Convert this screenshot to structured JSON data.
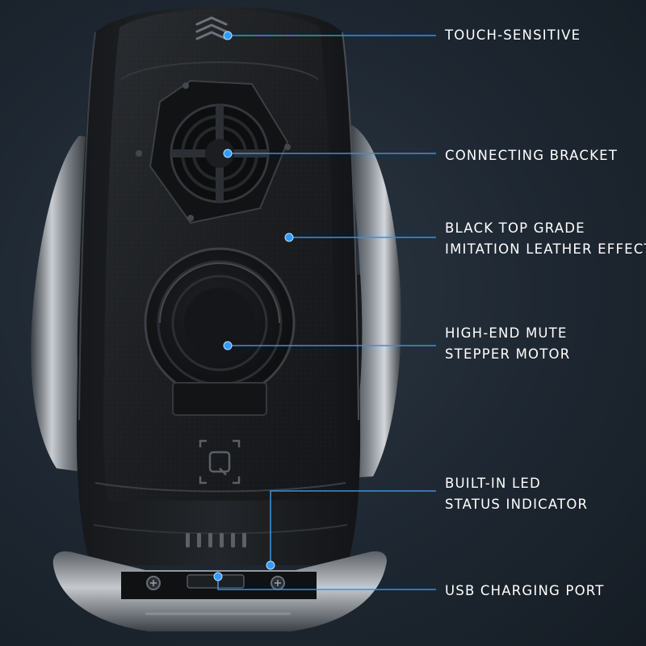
{
  "callouts": {
    "touch_sensitive": [
      "TOUCH-SENSITIVE"
    ],
    "connecting_bracket": [
      "CONNECTING BRACKET"
    ],
    "leather": [
      "BLACK TOP GRADE",
      "IMITATION LEATHER EFFECT"
    ],
    "motor": [
      "HIGH-END MUTE",
      "STEPPER MOTOR"
    ],
    "led": [
      "BUILT-IN LED",
      "STATUS INDICATOR"
    ],
    "usb": [
      "USB CHARGING PORT"
    ]
  },
  "colors": {
    "background": "#1d2631",
    "leader_line": "#3f8fd6",
    "leader_dot": "#2f9bff",
    "label_text": "#ffffff",
    "leather": "#1b1d20",
    "chrome": "#a4a9ae"
  }
}
